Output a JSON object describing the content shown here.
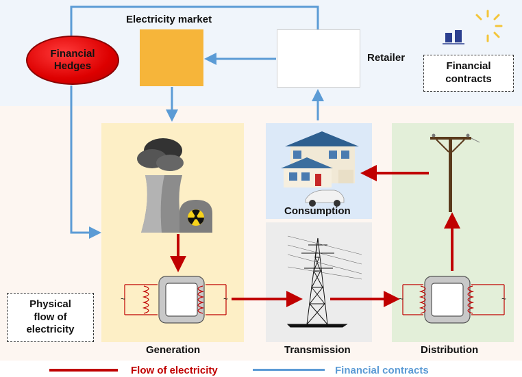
{
  "labels": {
    "electricity_market": "Electricity market",
    "financial_hedges": "Financial Hedges",
    "retailer": "Retailer",
    "financial_contracts_box": "Financial contracts",
    "consumption": "Consumption",
    "generation": "Generation",
    "transmission": "Transmission",
    "distribution": "Distribution",
    "physical_flow": "Physical flow of electricity"
  },
  "legend": {
    "flow": {
      "label": "Flow of electricity",
      "color": "#c00000"
    },
    "financial": {
      "label": "Financial contracts",
      "color": "#5b9bd5"
    }
  },
  "colors": {
    "electric_flow": "#c00000",
    "financial_flow": "#5b9bd5",
    "market_tile": "#f6b53a",
    "generation_panel": "#fdefc6",
    "consumption_panel": "#dce9f8",
    "transmission_panel": "#ececec",
    "distribution_panel": "#e3efd9"
  },
  "icons": {
    "market": "piggy-bank-dollar-icon",
    "retailer": "storefront-icon",
    "generation": "nuclear-plant-icon",
    "consumption": "house-car-icon",
    "transmission": "transmission-tower-icon",
    "distribution": "utility-pole-icon",
    "transformer": "transformer-icon",
    "logo": "company-logo-icon"
  }
}
